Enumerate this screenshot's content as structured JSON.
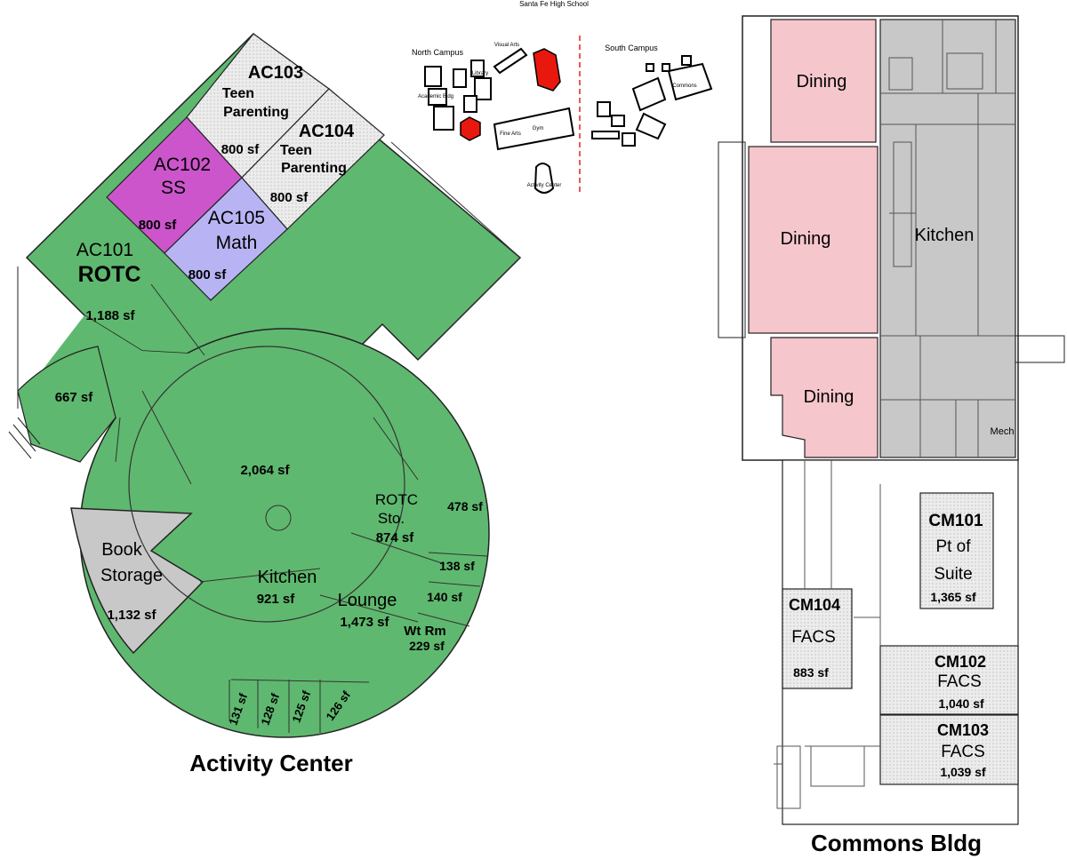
{
  "colors": {
    "green": "#5fb86f",
    "magenta": "#cc55cc",
    "lavender": "#b8b4f4",
    "pink": "#f5c6cc",
    "gray": "#c8c8c8",
    "hatch": "#eaeaea",
    "red": "#e8180f"
  },
  "activity_center": {
    "title": "Activity Center",
    "rooms": {
      "ac103": {
        "code": "AC103",
        "line1": "Teen",
        "line2": "Parenting",
        "area": "800 sf"
      },
      "ac104": {
        "code": "AC104",
        "line1": "Teen",
        "line2": "Parenting",
        "area": "800 sf"
      },
      "ac102": {
        "code": "AC102",
        "name": "SS",
        "area": "800 sf"
      },
      "ac105": {
        "code": "AC105",
        "name": "Math",
        "area": "800 sf"
      },
      "ac101": {
        "code": "AC101",
        "name": "ROTC",
        "area": "1,188 sf"
      },
      "area_667": "667 sf",
      "area_2064": "2,064 sf",
      "rotc_storage": {
        "line1": "ROTC",
        "line2": "Sto.",
        "area": "874 sf"
      },
      "area_478": "478 sf",
      "area_138": "138 sf",
      "area_140": "140 sf",
      "weight_room": {
        "name": "Wt Rm",
        "area": "229 sf"
      },
      "book_storage": {
        "line1": "Book",
        "line2": "Storage",
        "area": "1,132 sf"
      },
      "kitchen": {
        "name": "Kitchen",
        "area": "921 sf"
      },
      "lounge": {
        "name": "Lounge",
        "area": "1,473 sf"
      },
      "small_rooms": [
        "131 sf",
        "128 sf",
        "125 sf",
        "126 sf"
      ]
    }
  },
  "campus_map": {
    "title": "Santa Fe High School",
    "north": "North Campus",
    "south": "South Campus",
    "labels": [
      "Academic Bldg",
      "Library",
      "Fine Arts",
      "Gym",
      "Activity Center",
      "Commons",
      "Visual Arts"
    ]
  },
  "commons": {
    "title": "Commons Bldg",
    "dining": [
      "Dining",
      "Dining",
      "Dining"
    ],
    "kitchen": "Kitchen",
    "mech": "Mech",
    "cm101": {
      "code": "CM101",
      "line1": "Pt of",
      "line2": "Suite",
      "area": "1,365 sf"
    },
    "cm104": {
      "code": "CM104",
      "name": "FACS",
      "area": "883 sf"
    },
    "cm102": {
      "code": "CM102",
      "name": "FACS",
      "area": "1,040 sf"
    },
    "cm103": {
      "code": "CM103",
      "name": "FACS",
      "area": "1,039 sf"
    }
  }
}
